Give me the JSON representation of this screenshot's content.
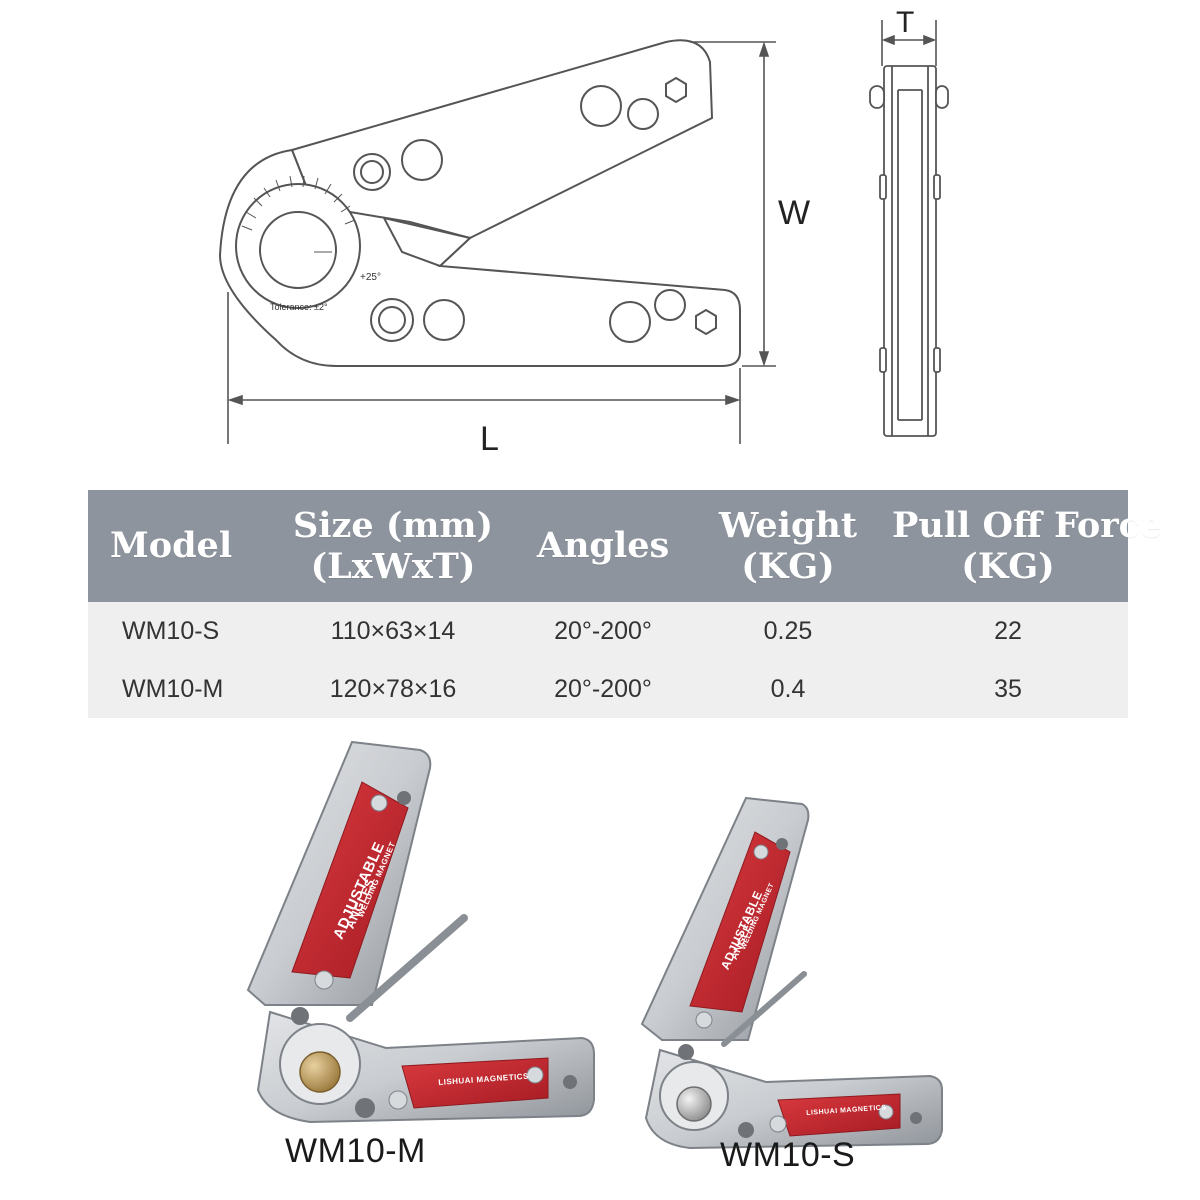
{
  "drawing": {
    "dimensions": {
      "length": "L",
      "width": "W",
      "thickness": "T"
    },
    "protractor": {
      "angle_mark": "+25°",
      "tolerance": "Tolerance: ±2°"
    },
    "colors": {
      "line": "#555555",
      "fill": "#ffffff"
    }
  },
  "spec_table": {
    "headers": {
      "model": "Model",
      "size_line1": "Size (mm)",
      "size_line2": "(LxWxT)",
      "angles": "Angles",
      "weight_line1": "Weight",
      "weight_line2": "(KG)",
      "pull_line1": "Pull Off Force",
      "pull_line2": "(KG)"
    },
    "rows": [
      {
        "model": "WM10-S",
        "size": "110×63×14",
        "angles": "20°-200°",
        "weight": "0.25",
        "pull_off_force": "22"
      },
      {
        "model": "WM10-M",
        "size": "120×78×16",
        "angles": "20°-200°",
        "weight": "0.4",
        "pull_off_force": "35"
      }
    ],
    "colors": {
      "header_bg": "#8e949d",
      "header_text": "#ffffff",
      "row_alt_bg": "#efefef",
      "row_text": "#333333"
    }
  },
  "products": {
    "captions": {
      "medium": "WM10-M",
      "small": "WM10-S"
    },
    "label_text": {
      "title": "ADJUSTABLE",
      "subtitle": "ANGLES",
      "detail": "WELDING MAGNET",
      "brand": "LISHUAI MAGNETICS"
    },
    "colors": {
      "metal": "#c9ccd0",
      "metal_dark": "#8f949a",
      "red_label": "#c9252c",
      "brass_knob": "#b49358",
      "silver_knob": "#c7c7c7"
    }
  }
}
